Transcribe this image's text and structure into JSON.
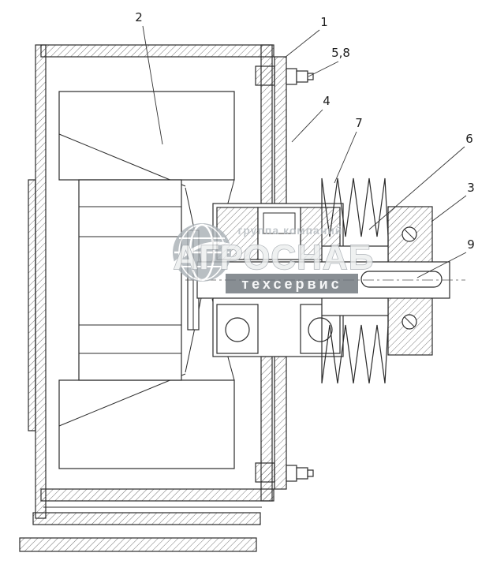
{
  "drawing": {
    "callouts": {
      "part1": "1",
      "part2": "2",
      "part3": "3",
      "part4": "4",
      "part5_8": "5,8",
      "part6": "6",
      "part7": "7",
      "part9": "9"
    },
    "watermark": {
      "company_type": "группа компаний",
      "company_name": "АГРОСНАБ",
      "division": "техсервис"
    },
    "colors": {
      "line": "#2b2b2b",
      "watermark_gray": "#9aa1a7",
      "watermark_band": "#6f767c",
      "background": "#ffffff"
    }
  }
}
